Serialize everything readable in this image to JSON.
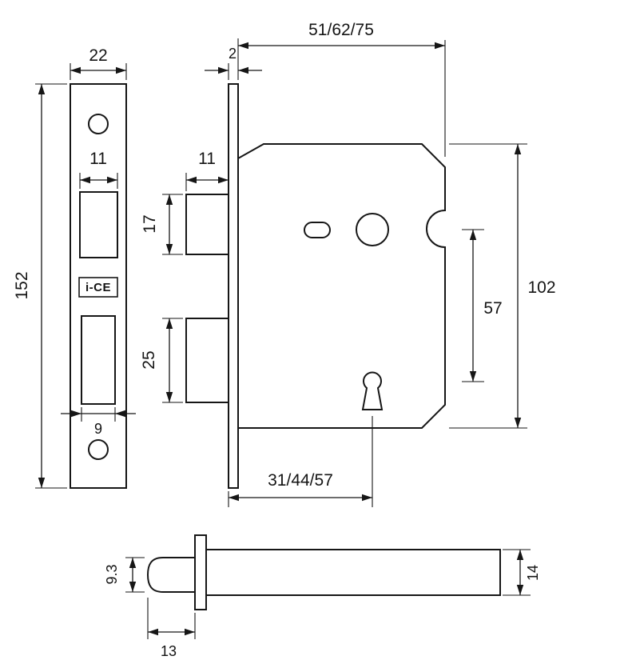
{
  "drawing": {
    "brand_logo": "i-CE",
    "faceplate_front": {
      "width": "22",
      "height": "152",
      "latch_cutout_width": "11",
      "deadbolt_cutout_width": "9"
    },
    "case_side": {
      "faceplate_thickness": "2",
      "case_depth_options": "51/62/75",
      "latch_bolt_width": "11",
      "latch_bolt_height": "17",
      "deadbolt_height": "25",
      "centres_spindle_to_keyhole": "57",
      "case_height": "102",
      "backset_options": "31/44/57"
    },
    "follower": {
      "plug_diameter": "9.3",
      "bar_height": "14",
      "plug_length": "13"
    }
  }
}
